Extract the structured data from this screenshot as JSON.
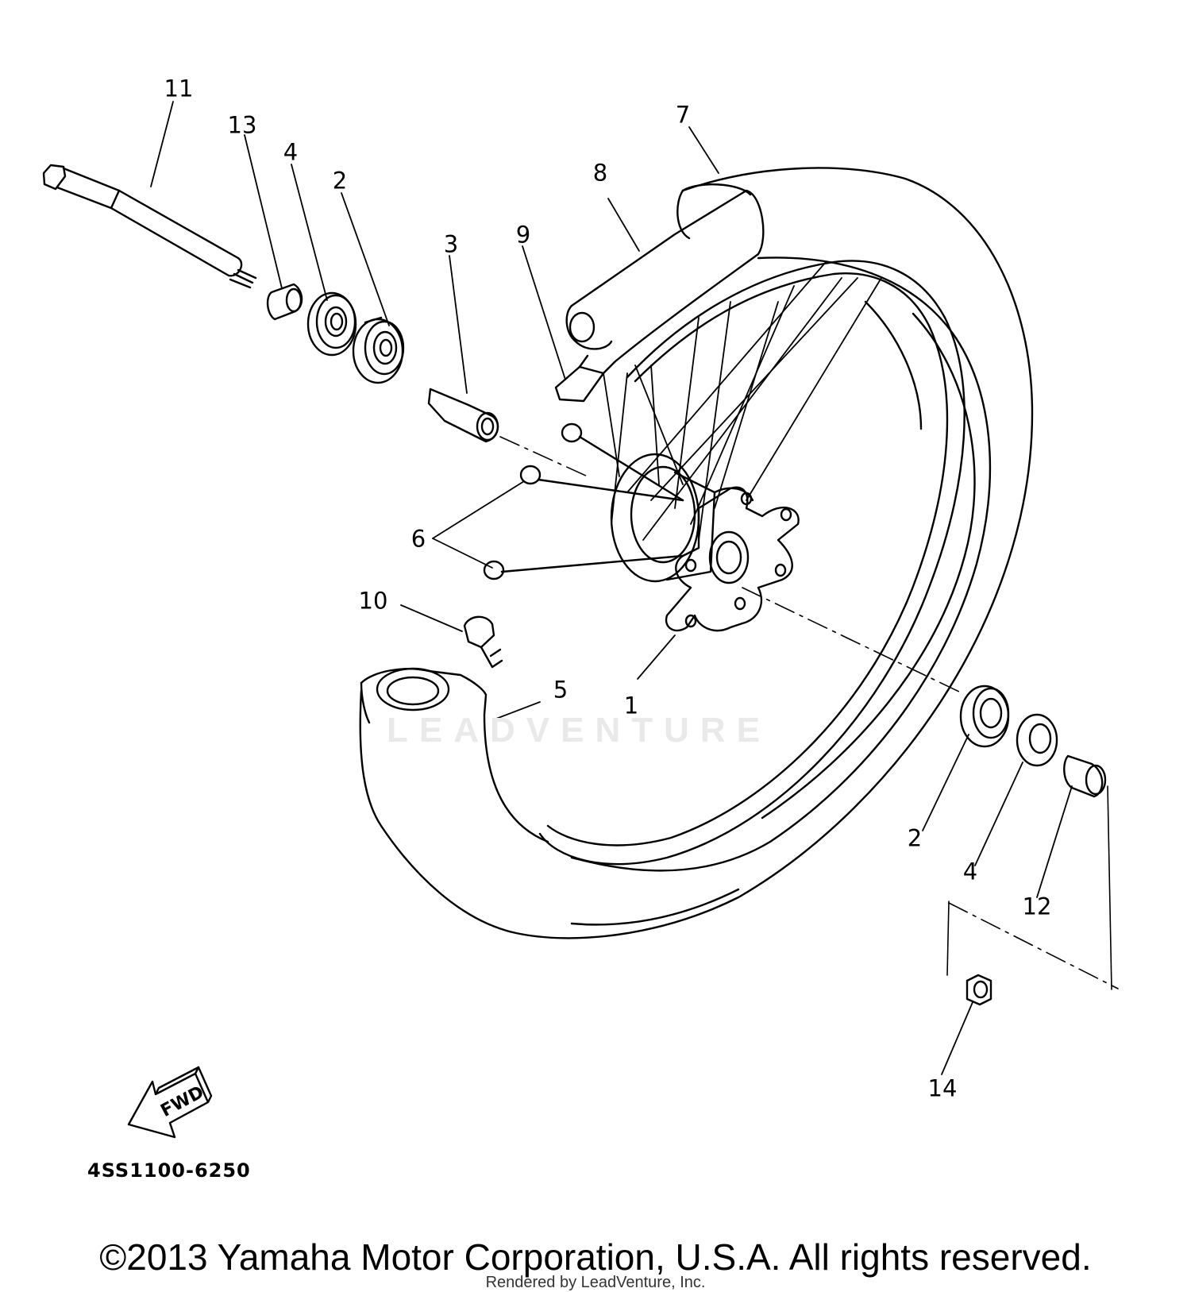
{
  "diagram": {
    "callouts": [
      {
        "id": "11",
        "label": "11"
      },
      {
        "id": "13",
        "label": "13"
      },
      {
        "id": "4a",
        "label": "4"
      },
      {
        "id": "2a",
        "label": "2"
      },
      {
        "id": "3",
        "label": "3"
      },
      {
        "id": "9",
        "label": "9"
      },
      {
        "id": "8",
        "label": "8"
      },
      {
        "id": "7",
        "label": "7"
      },
      {
        "id": "6",
        "label": "6"
      },
      {
        "id": "10",
        "label": "10"
      },
      {
        "id": "5",
        "label": "5"
      },
      {
        "id": "1",
        "label": "1"
      },
      {
        "id": "2b",
        "label": "2"
      },
      {
        "id": "4b",
        "label": "4"
      },
      {
        "id": "12",
        "label": "12"
      },
      {
        "id": "14",
        "label": "14"
      }
    ],
    "fwd_label": "FWD",
    "diagram_code": "4SS1100-6250",
    "watermark": "LEADVENTURE"
  },
  "footer": {
    "copyright": "©2013 Yamaha Motor Corporation, U.S.A. All rights reserved.",
    "rendered_by": "Rendered by LeadVenture, Inc."
  }
}
